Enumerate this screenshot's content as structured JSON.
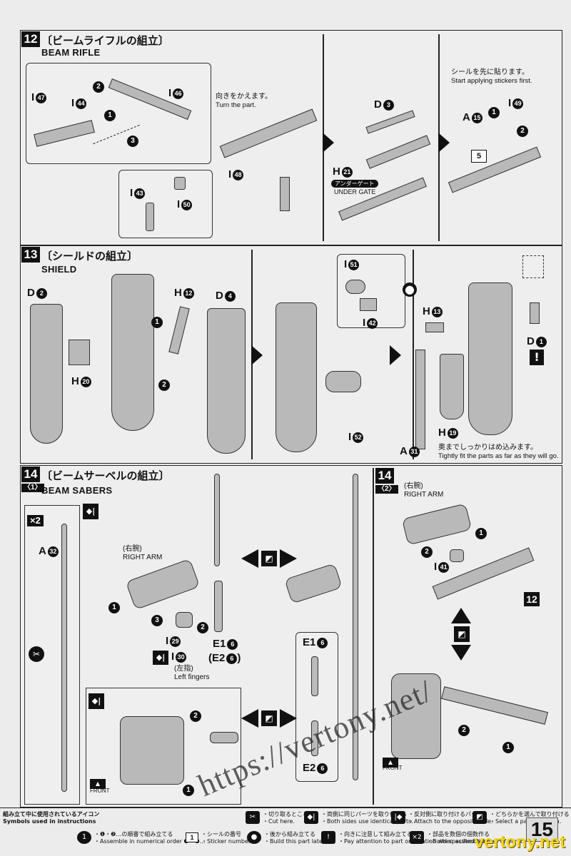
{
  "step12": {
    "number": "12",
    "title_jp": "〔ビームライフルの組立〕",
    "title_en": "BEAM RIFLE",
    "note1_jp": "向きをかえます。",
    "note1_en": "Turn the part.",
    "note2_jp": "シールを先に貼ります。",
    "note2_en": "Start applying stickers first.",
    "under_gate_jp": "アンダーゲート",
    "under_gate_en": "UNDER GATE",
    "sticker_num": "5",
    "parts": {
      "i47": "I",
      "i47n": "47",
      "i44": "I",
      "i44n": "44",
      "i46": "I",
      "i46n": "46",
      "i48": "I",
      "i48n": "48",
      "i43": "I",
      "i43n": "43",
      "i50": "I",
      "i50n": "50",
      "d3": "D",
      "d3n": "3",
      "h21": "H",
      "h21n": "21",
      "a15": "A",
      "a15n": "15",
      "i49": "I",
      "i49n": "49"
    }
  },
  "step13": {
    "number": "13",
    "title_jp": "〔シールドの組立〕",
    "title_en": "SHIELD",
    "note_jp": "奥までしっかりはめ込みます。",
    "note_en": "Tightly fit the parts as far as they will go.",
    "parts": {
      "d2": "D",
      "d2n": "2",
      "h12": "H",
      "h12n": "12",
      "d4": "D",
      "d4n": "4",
      "h20": "H",
      "h20n": "20",
      "i51": "I",
      "i51n": "51",
      "i42": "I",
      "i42n": "42",
      "i52": "I",
      "i52n": "52",
      "h13": "H",
      "h13n": "13",
      "d1": "D",
      "d1n": "1",
      "h19": "H",
      "h19n": "19",
      "a31": "A",
      "a31n": "31"
    }
  },
  "step14": {
    "number": "14",
    "sub1": "〈1〉",
    "sub2": "〈2〉",
    "title_jp": "〔ビームサーベルの組立〕",
    "title_en": "BEAM SABERS",
    "x2": "×2",
    "a32": "A",
    "a32n": "32",
    "right_arm_jp": "(右腕)",
    "right_arm_en": "RIGHT ARM",
    "i29": "I",
    "i29n": "29",
    "i30": "I",
    "i30n": "30",
    "left_fingers_jp": "(左指)",
    "left_fingers_en": "Left fingers",
    "e16": "E1",
    "e16n": "6",
    "e26": "(E2",
    "e26n": "6",
    "e26close": ")",
    "e16b": "E1",
    "e16bn": "6",
    "e26b": "E2",
    "e26bn": "6",
    "i41": "I",
    "i41n": "41",
    "ref12": "12",
    "front_jp": "前",
    "front_en": "FRONT"
  },
  "legend": {
    "symbols_jp": "組み立て中に使用されているアイコン",
    "symbols_en": "Symbols used in instructions",
    "cut_jp": "・切り取るところ",
    "cut_en": "・Cut here.",
    "both_jp": "・両側に同じパーツを取り付ける",
    "both_en": "・Both sides use identical parts.",
    "opposite_jp": "・反対側に取り付けるパーツ",
    "opposite_en": "・Attach to the opposite side.",
    "select_jp": "・どちらかを選んで取り付ける",
    "select_en": "・Select a part to attach.",
    "order_jp": "・❶・❷…の順番で組み立てる",
    "order_en": "・Assemble in numerical order ❶・❷...",
    "sticker_jp": "・シールの番号",
    "sticker_en": "・Sticker number",
    "later_jp": "・後から組み立てる",
    "later_en": "・Build this part later.",
    "attention_jp": "・向きに注意して組み立てる",
    "attention_en": "・Pay attention to part orientation when assembling.",
    "count_jp": "・部品を数個の個数作る",
    "count_en": "・Build specified number of parts.",
    "sticker_box": "1",
    "x2": "×2"
  },
  "page_number": "15",
  "watermark": "https://vertony.net/",
  "site_mark": "vertony.net"
}
